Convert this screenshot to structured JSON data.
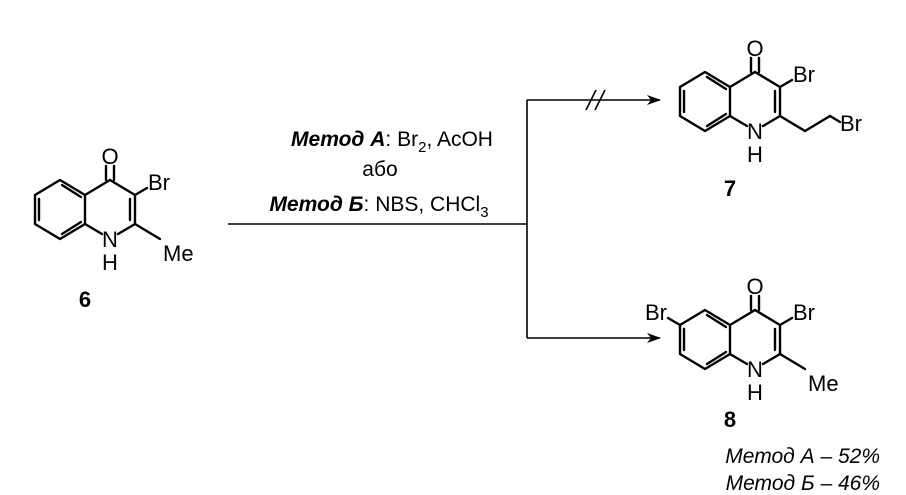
{
  "compounds": {
    "c6": {
      "number": "6",
      "oxygen": "O",
      "bromine": "Br",
      "nh": "N",
      "h": "H",
      "methyl": "Me"
    },
    "c7": {
      "number": "7",
      "oxygen": "O",
      "bromine": "Br",
      "bromine2": "Br",
      "nh": "N",
      "h": "H"
    },
    "c8": {
      "number": "8",
      "oxygen": "O",
      "bromine": "Br",
      "bromine6": "Br",
      "nh": "N",
      "h": "H",
      "methyl": "Me"
    }
  },
  "conditions": {
    "method_a_label": "Метод А",
    "method_a_text": ": Br",
    "method_a_sub": "2",
    "method_a_rest": ", AcOH",
    "or_text": "або",
    "method_b_label": "Метод Б",
    "method_b_text": ": NBS, CHCl",
    "method_b_sub": "3"
  },
  "blocked_mark": "//",
  "yields": {
    "a": "Метод А – 52%",
    "b": "Метод Б – 46%"
  }
}
